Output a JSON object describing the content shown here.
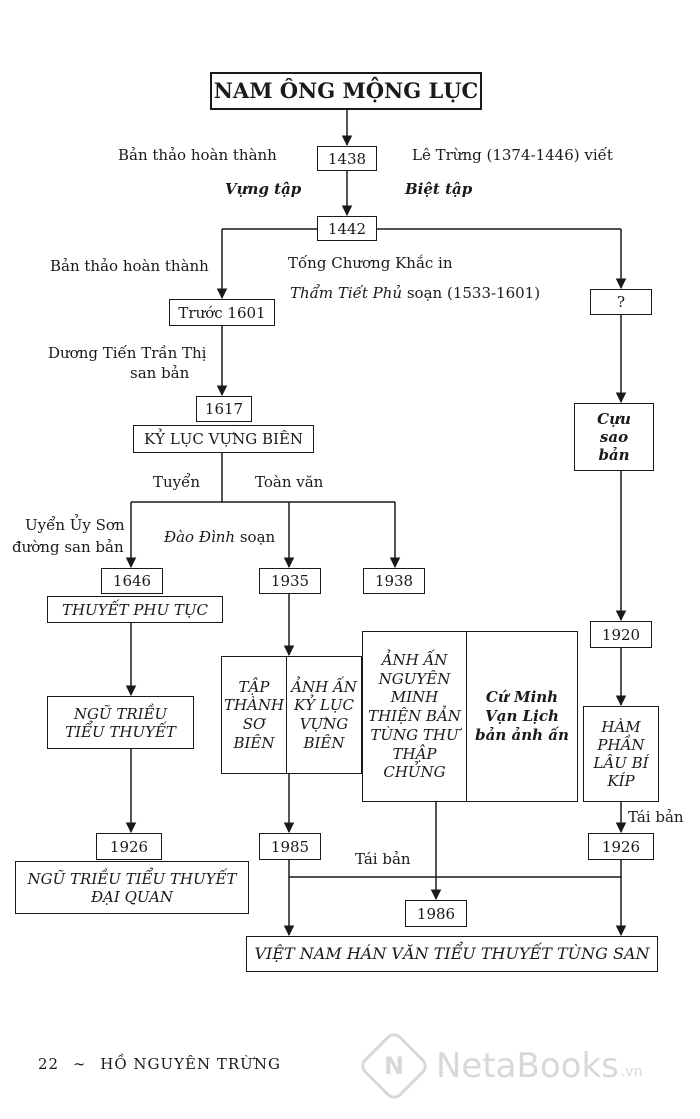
{
  "nodes": {
    "root": "NAM ÔNG MỘNG LỤC",
    "y1438": "1438",
    "y1442": "1442",
    "before1601": "Trước 1601",
    "unknown": "?",
    "y1617": "1617",
    "kyluc": "KỶ LỤC VỰNG BIÊN",
    "cuusao": "Cựu sao bản",
    "y1646": "1646",
    "y1935": "1935",
    "y1938": "1938",
    "thuyet": "THUYẾT PHU TỤC",
    "y1920": "1920",
    "ngutrieu": "NGŨ TRIỀU TIỂU THUYẾT",
    "tapthanh": "TẬP THÀNH SƠ BIÊN",
    "anhan_kyluc": "ẢNH ẤN KỶ LỤC VỰNG BIÊN",
    "anhan_nguyen": "ẢNH ẤN NGUYÊN MINH THIỆN BẢN TÙNG THƯ THẬP CHỦNG",
    "cuminh": "Cứ Minh Vạn Lịch bản ảnh ấn",
    "hamphan": "HÀM PHẦN LÂU BÍ KÍP",
    "y1926a": "1926",
    "y1985": "1985",
    "y1926b": "1926",
    "daiquan": "NGŨ TRIỀU TIỂU THUYẾT ĐẠI QUAN",
    "y1986": "1986",
    "vietnam": "VIỆT NAM HÁN VĂN TIỂU THUYẾT TÙNG SAN"
  },
  "labels": {
    "banthao1": "Bản thảo hoàn thành",
    "letrung": "Lê Trừng (1374-1446) viết",
    "vungtap": "Vựng tập",
    "biettap": "Biệt tập",
    "banthao2": "Bản thảo hoàn thành",
    "tongchuong": "Tống Chương Khắc in",
    "thamtiet_name": "Thẩm Tiết Phủ",
    "thamtiet_rest": " soạn (1533-1601)",
    "duongtien1": "Dương Tiến Trần Thị",
    "duongtien2": "san bản",
    "tuyen": "Tuyển",
    "toanvan": "Toàn văn",
    "uyenuy1": "Uyển Ủy Sơn",
    "uyenuy2": "đường san bản",
    "daodinh_name": "Đào Đình",
    "daodinh_rest": " soạn",
    "taiban1": "Tái bản",
    "taiban2": "Tái bản"
  },
  "footer": {
    "page": "22",
    "author": "HỒ NGUYÊN TRỪNG"
  },
  "watermark": {
    "logo": "N",
    "text": "NetaBooks",
    "suffix": ".vn"
  }
}
